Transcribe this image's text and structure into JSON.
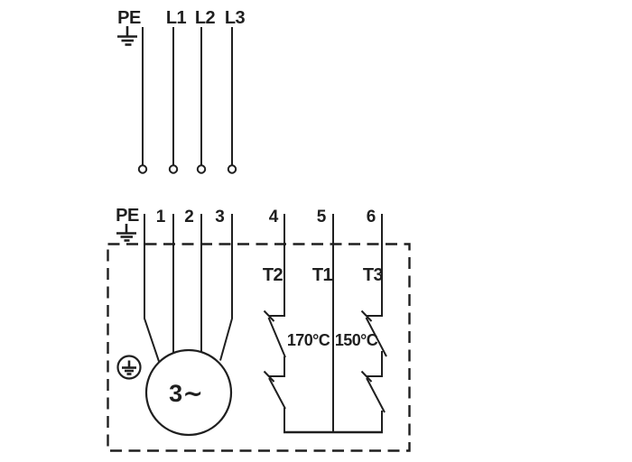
{
  "colors": {
    "ink": "#1f1f1f",
    "background": "#ffffff"
  },
  "supply": {
    "pe_label": "PE",
    "l1_label": "L1",
    "l2_label": "L2",
    "l3_label": "L3"
  },
  "terminals": {
    "pe_label": "PE",
    "n1": "1",
    "n2": "2",
    "n3": "3",
    "n4": "4",
    "n5": "5",
    "n6": "6"
  },
  "thermal_switches": {
    "t2_label": "T2",
    "t1_label": "T1",
    "t3_label": "T3",
    "t2_temp": "170°C",
    "t3_temp": "150°C"
  },
  "motor": {
    "label": "3∼"
  }
}
